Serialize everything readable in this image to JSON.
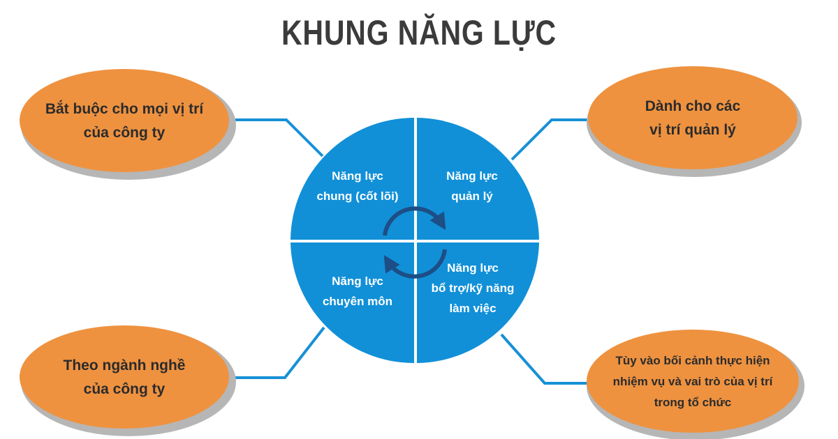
{
  "title": "KHUNG NĂNG LỰC",
  "colors": {
    "circle": "#1190d8",
    "connector": "#1790d6",
    "bubble": "#ee9240",
    "bubble_shadow": "#b6b6b6",
    "arrows": "#1d4e86",
    "title": "#3b3b3b"
  },
  "quadrants": [
    {
      "lines": [
        "Năng lực",
        "chung (cốt lõi)"
      ]
    },
    {
      "lines": [
        "Năng lực",
        "quản lý"
      ]
    },
    {
      "lines": [
        "Năng lực",
        "chuyên môn"
      ]
    },
    {
      "lines": [
        "Năng lực",
        "bổ trợ/kỹ năng",
        "làm việc"
      ]
    }
  ],
  "bubbles": [
    {
      "lines": [
        "Bắt buộc cho mọi vị trí",
        "của công ty"
      ]
    },
    {
      "lines": [
        "Dành cho các",
        "vị trí quản lý"
      ]
    },
    {
      "lines": [
        "Theo ngành nghề",
        "của công ty"
      ]
    },
    {
      "lines": [
        "Tùy vào bối cảnh thực hiện",
        "nhiệm vụ và vai trò của vị trí",
        "trong tổ chức"
      ]
    }
  ],
  "center_icon": "cycle-arrows-icon"
}
